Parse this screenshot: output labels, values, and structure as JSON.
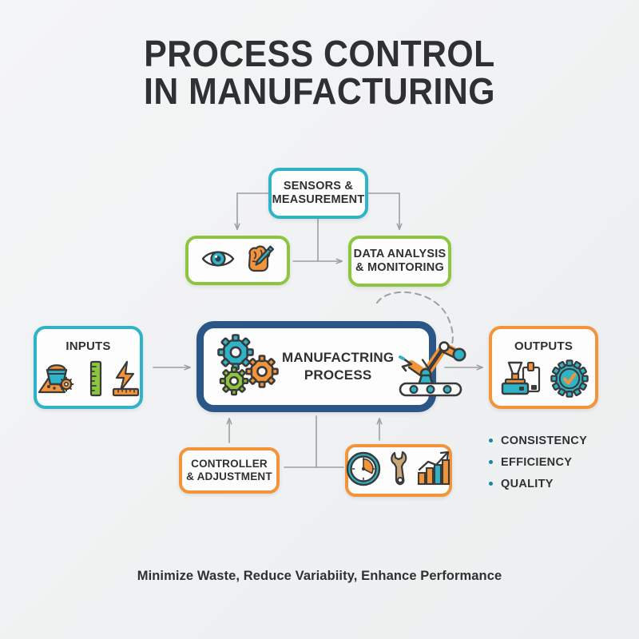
{
  "title": {
    "line1": "PROCESS CONTROL",
    "line2": "IN MANUFACTURING"
  },
  "colors": {
    "background": "#f2f3f4",
    "teal": "#2fb3c6",
    "green": "#8cc63f",
    "orange": "#f2953a",
    "navy": "#2a5787",
    "text_dark": "#2f3033",
    "connector_gray": "#9aa0a6",
    "bullet_blue": "#1585a8"
  },
  "nodes": {
    "sensors": {
      "label": "SENSORS &\nMEASUREMENT",
      "border_color": "#2fb3c6"
    },
    "observation": {
      "label": "",
      "border_color": "#8cc63f",
      "icons": [
        "eye-icon",
        "hand-with-tool-icon"
      ]
    },
    "data_analysis": {
      "label": "DATA ANALYSIS\n& MONITORING",
      "border_color": "#8cc63f"
    },
    "inputs": {
      "label": "INPUTS",
      "border_color": "#2fb3c6",
      "icons": [
        "raw-materials-icon",
        "ruler-icon",
        "energy-bolt-icon"
      ]
    },
    "process": {
      "label": "MANUFACTRING\nPROCESS",
      "border_color": "#2a5787",
      "icons": [
        "gears-icon",
        "robot-arm-conveyor-icon"
      ]
    },
    "outputs": {
      "label": "OUTPUTS",
      "border_color": "#f2953a",
      "icons": [
        "stamping-press-icon",
        "quality-check-badge-icon"
      ]
    },
    "controller": {
      "label": "CONTROLLER\n& ADJUSTMENT",
      "border_color": "#f2953a"
    },
    "metrics": {
      "label": "",
      "border_color": "#f2953a",
      "icons": [
        "clock-icon",
        "wrench-icon",
        "bar-chart-growth-icon"
      ]
    }
  },
  "benefits": [
    {
      "label": "CONSISTENCY"
    },
    {
      "label": "EFFICIENCY"
    },
    {
      "label": "QUALITY"
    }
  ],
  "footer": {
    "text": "Minimize Waste, Reduce Variabiity, Enhance Performance"
  }
}
